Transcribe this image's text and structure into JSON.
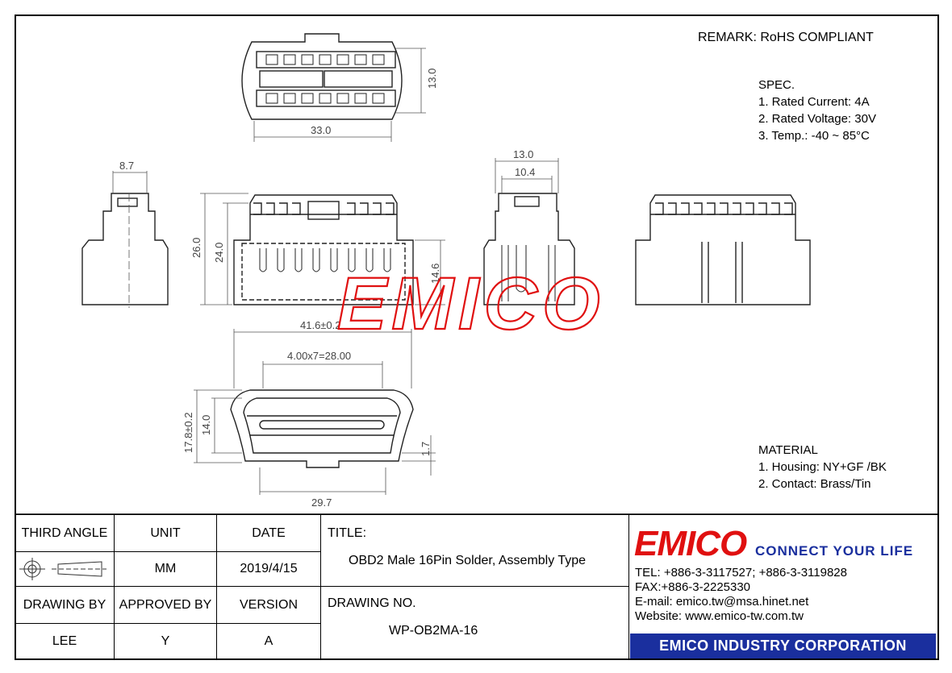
{
  "remark": "REMARK: RoHS COMPLIANT",
  "spec": {
    "heading": "SPEC.",
    "items": [
      "1. Rated Current: 4A",
      "2. Rated Voltage: 30V",
      "3. Temp.: -40 ~ 85°C"
    ]
  },
  "material": {
    "heading": "MATERIAL",
    "items": [
      "1. Housing: NY+GF /BK",
      "2. Contact: Brass/Tin"
    ]
  },
  "watermark": "EMICO",
  "dimensions": {
    "top_width": "33.0",
    "top_height": "13.0",
    "left_width": "8.7",
    "height_26": "26.0",
    "height_24": "24.0",
    "height_14_6": "14.6",
    "side_width": "13.0",
    "side_inner": "10.4",
    "bottom_total": "41.6±0.2",
    "pitch": "4.00x7=28.00",
    "bottom_height": "17.8±0.2",
    "bottom_inner_height": "14.0",
    "bottom_small": "1.7",
    "bottom_width": "29.7"
  },
  "title_block": {
    "third_angle": "THIRD ANGLE",
    "unit_label": "UNIT",
    "date_label": "DATE",
    "title_label": "TITLE:",
    "unit_value": "MM",
    "date_value": "2019/4/15",
    "title_value": "OBD2 Male 16Pin Solder, Assembly Type",
    "drawing_by_label": "DRAWING BY",
    "approved_by_label": "APPROVED BY",
    "version_label": "VERSION",
    "drawing_no_label": "DRAWING NO.",
    "drawing_by_value": "LEE",
    "approved_by_value": "Y",
    "version_value": "A",
    "drawing_no_value": "WP-OB2MA-16"
  },
  "company": {
    "logo": "EMICO",
    "slogan": "CONNECT YOUR LIFE",
    "tel": "TEL: +886-3-3117527; +886-3-3119828",
    "fax": "FAX:+886-3-2225330",
    "email": "E-mail: emico.tw@msa.hinet.net",
    "website": "Website: www.emico-tw.com.tw",
    "corporation": "EMICO INDUSTRY CORPORATION"
  },
  "colors": {
    "brand_red": "#e01010",
    "brand_blue": "#1a2f9e"
  }
}
